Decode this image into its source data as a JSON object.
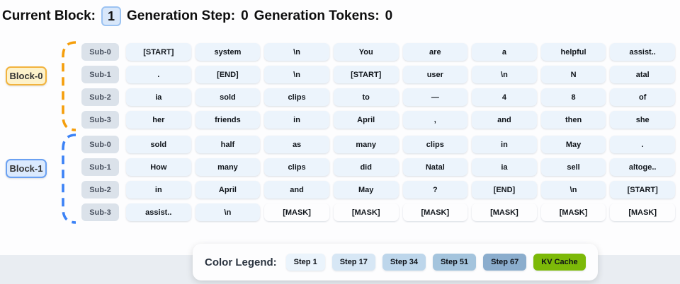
{
  "header": {
    "current_block_label": "Current Block:",
    "current_block_value": "1",
    "generation_step_label": "Generation Step:",
    "generation_step_value": "0",
    "generation_tokens_label": "Generation Tokens:",
    "generation_tokens_value": "0"
  },
  "mask_token": "[MASK]",
  "blocks": [
    {
      "label": "Block-0",
      "bracket_color": "#f59e0b",
      "label_bg": "#fdf2cb",
      "label_border": "#f2b33d",
      "rows": [
        {
          "sub_label": "Sub-0",
          "tokens": [
            "[START]",
            "system",
            "\\n",
            "You",
            "are",
            "a",
            "helpful",
            "assist.."
          ]
        },
        {
          "sub_label": "Sub-1",
          "tokens": [
            ".",
            "[END]",
            "\\n",
            "[START]",
            "user",
            "\\n",
            "N",
            "atal"
          ]
        },
        {
          "sub_label": "Sub-2",
          "tokens": [
            "ia",
            "sold",
            "clips",
            "to",
            "—",
            "4",
            "8",
            "of"
          ]
        },
        {
          "sub_label": "Sub-3",
          "tokens": [
            "her",
            "friends",
            "in",
            "April",
            ",",
            "and",
            "then",
            "she"
          ]
        }
      ]
    },
    {
      "label": "Block-1",
      "bracket_color": "#3b82f6",
      "label_bg": "#dbeafe",
      "label_border": "#6ba1f2",
      "rows": [
        {
          "sub_label": "Sub-0",
          "tokens": [
            "sold",
            "half",
            "as",
            "many",
            "clips",
            "in",
            "May",
            "."
          ]
        },
        {
          "sub_label": "Sub-1",
          "tokens": [
            "How",
            "many",
            "clips",
            "did",
            "Natal",
            "ia",
            "sell",
            "altoge.."
          ]
        },
        {
          "sub_label": "Sub-2",
          "tokens": [
            "in",
            "April",
            "and",
            "May",
            "?",
            "[END]",
            "\\n",
            "[START]"
          ]
        },
        {
          "sub_label": "Sub-3",
          "tokens": [
            "assist..",
            "\\n",
            "[MASK]",
            "[MASK]",
            "[MASK]",
            "[MASK]",
            "[MASK]",
            "[MASK]"
          ]
        }
      ]
    }
  ],
  "legend": {
    "title": "Color Legend:",
    "items": [
      {
        "label": "Step 1",
        "color": "#ebf4fc"
      },
      {
        "label": "Step 17",
        "color": "#d7e7f5"
      },
      {
        "label": "Step 34",
        "color": "#bdd6eb"
      },
      {
        "label": "Step 51",
        "color": "#a4c4dd"
      },
      {
        "label": "Step 67",
        "color": "#8badcd"
      },
      {
        "label": "KV Cache",
        "color": "#7cb908"
      }
    ]
  }
}
